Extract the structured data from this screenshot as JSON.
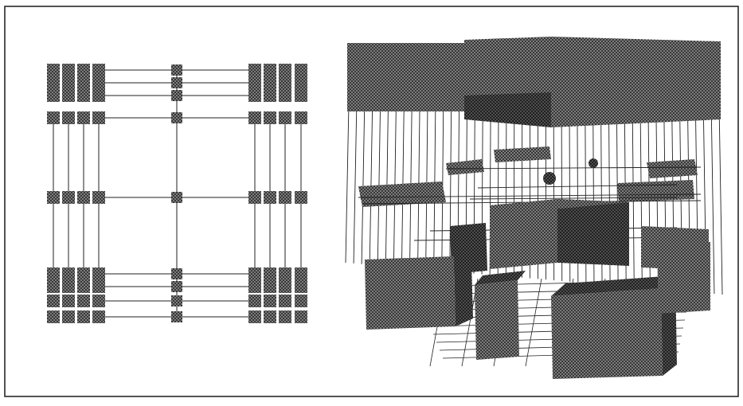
{
  "figure": {
    "panels": [
      {
        "id": "left",
        "view": "front-orthographic",
        "description_name": "flat-grid-diagram"
      },
      {
        "id": "right",
        "view": "perspective",
        "description_name": "cube-lattice-diagram"
      }
    ],
    "colors": {
      "background": "#ffffff",
      "frame": "#1a1a1a",
      "node_fill": "#8a8a8a",
      "node_dark": "#2e2e2e",
      "edge": "#222222"
    }
  }
}
